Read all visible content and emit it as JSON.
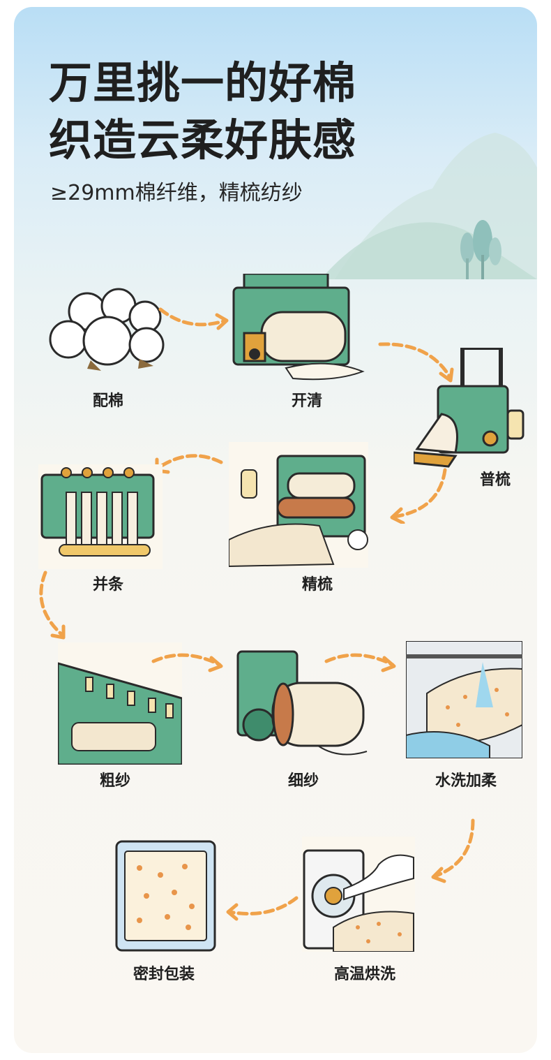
{
  "heading": {
    "line1": "万里挑一的好棉",
    "line2": "织造云柔好肤感",
    "subtitle": "≥29mm棉纤维，精梳纺纱"
  },
  "steps": [
    {
      "label": "配棉",
      "icon": "cotton-bolls-icon"
    },
    {
      "label": "开清",
      "icon": "opening-machine-icon"
    },
    {
      "label": "普梳",
      "icon": "carding-machine-icon"
    },
    {
      "label": "精梳",
      "icon": "combing-machine-icon"
    },
    {
      "label": "并条",
      "icon": "drawing-frame-icon"
    },
    {
      "label": "粗纱",
      "icon": "roving-frame-icon"
    },
    {
      "label": "细纱",
      "icon": "spinning-machine-icon"
    },
    {
      "label": "水洗加柔",
      "icon": "washing-fabric-icon"
    },
    {
      "label": "高温烘洗",
      "icon": "dryer-machine-icon"
    },
    {
      "label": "密封包装",
      "icon": "sealed-package-icon"
    }
  ],
  "colors": {
    "arrow": "#f0a24a",
    "machine": "#5fae8c",
    "text": "#1f1f1f"
  }
}
